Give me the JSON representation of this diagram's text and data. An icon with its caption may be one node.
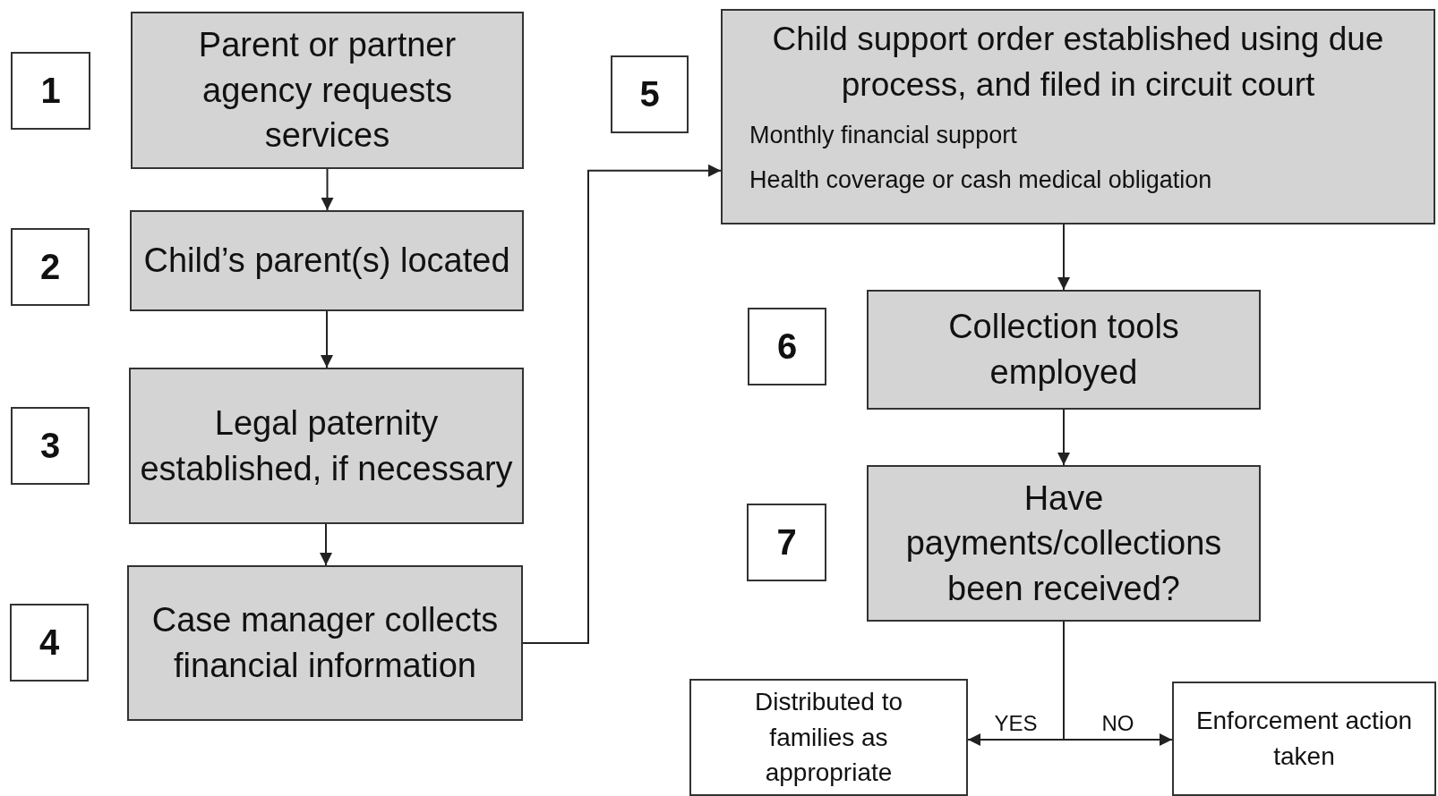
{
  "diagram": {
    "nodes": [
      {
        "text": [
          "1"
        ]
      },
      {
        "text": [
          "Parent or partner agency requests services"
        ]
      },
      {
        "text": [
          "2"
        ]
      },
      {
        "text": [
          "Child’s parent(s) located"
        ]
      },
      {
        "text": [
          "3"
        ]
      },
      {
        "text": [
          "Legal paternity established, if necessary"
        ]
      },
      {
        "text": [
          "4"
        ]
      },
      {
        "text": [
          "Case manager collects financial information"
        ]
      },
      {
        "text": [
          "5"
        ]
      },
      {
        "text": [
          "Child support order established using due process, and filed in circuit court",
          "Monthly financial support",
          "Health coverage or cash medical obligation"
        ]
      },
      {
        "text": [
          "6"
        ]
      },
      {
        "text": [
          "Collection tools employed"
        ]
      },
      {
        "text": [
          "7"
        ]
      },
      {
        "text": [
          "Have payments/collections been received?"
        ]
      },
      {
        "text": [
          "Distributed to families as appropriate"
        ]
      },
      {
        "text": [
          "Enforcement action taken"
        ]
      }
    ],
    "edges": [
      {
        "from": 1,
        "to": 3,
        "arrow": "to"
      },
      {
        "from": 3,
        "to": 5,
        "arrow": "to"
      },
      {
        "from": 5,
        "to": 7,
        "arrow": "to"
      },
      {
        "from": 7,
        "to": 9,
        "arrow": "to"
      },
      {
        "from": 9,
        "to": 11,
        "arrow": "to"
      },
      {
        "from": 11,
        "to": 13,
        "arrow": "to"
      },
      {
        "from": 13,
        "to": 14,
        "arrow": "to",
        "label": "YES"
      },
      {
        "from": 13,
        "to": 15,
        "arrow": "to",
        "label": "NO"
      }
    ]
  }
}
